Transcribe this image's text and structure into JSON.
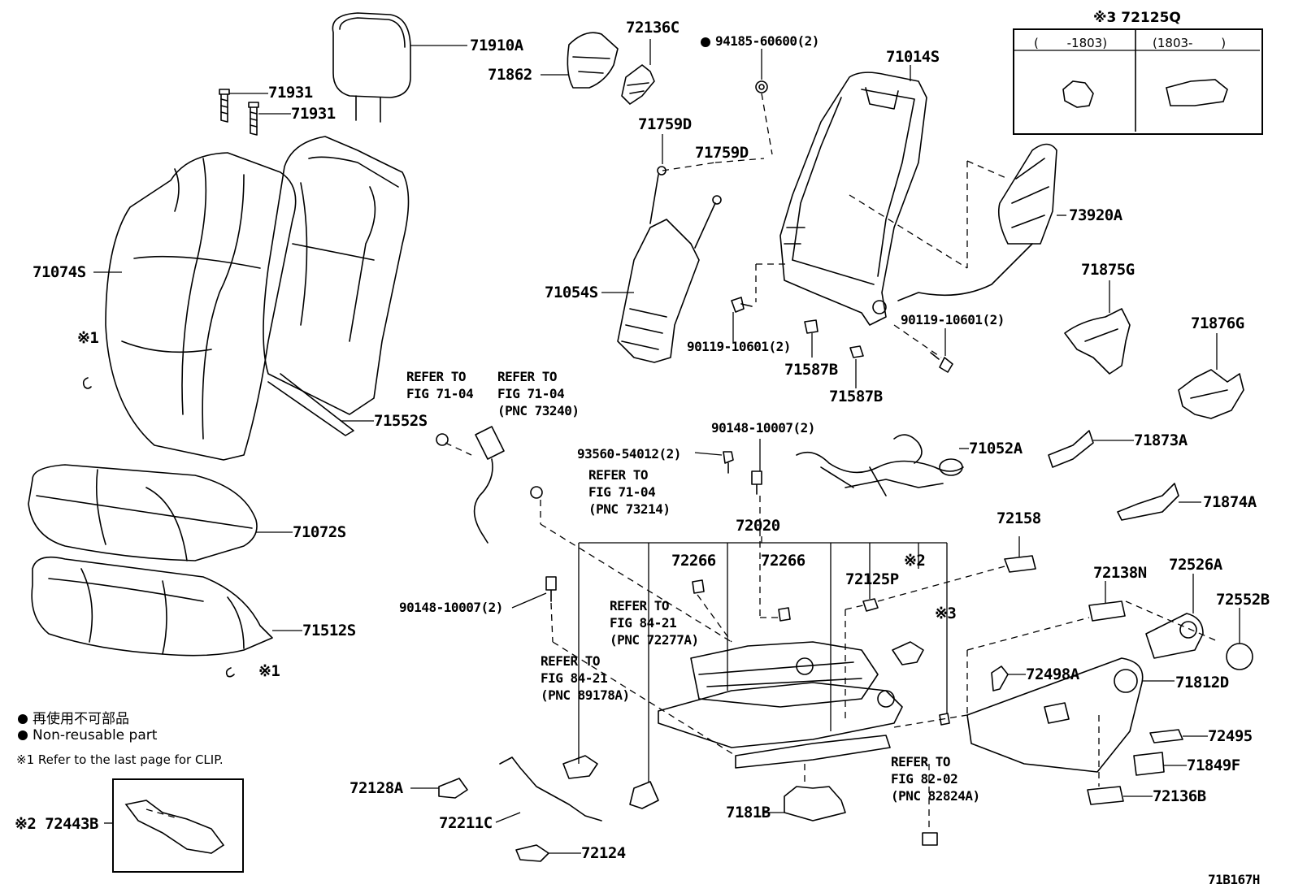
{
  "diagram_code": "71B167H",
  "legend": {
    "non_reusable_jp": "再使用不可部品",
    "non_reusable_en": "Non-reusable part",
    "clip_note": "※1 Refer to the last page for CLIP."
  },
  "inset_72125Q": {
    "title": "※3 72125Q",
    "col1": "(　　 -1803)",
    "col2": "(1803-　　 )"
  },
  "inset_72443B": {
    "title": "※2 72443B"
  },
  "labels": {
    "p71910A": "71910A",
    "p71931a": "71931",
    "p71931b": "71931",
    "p71074S": "71074S",
    "p71552S": "71552S",
    "p71072S": "71072S",
    "p71512S": "71512S",
    "p71862": "71862",
    "p72136C": "72136C",
    "p94185": "94185-60600(2)",
    "p71014S": "71014S",
    "p71759D1": "71759D",
    "p71759D2": "71759D",
    "p71054S": "71054S",
    "p73920A": "73920A",
    "p90119a": "90119-10601(2)",
    "p90119b": "90119-10601(2)",
    "p71587B1": "71587B",
    "p71587B2": "71587B",
    "p71875G": "71875G",
    "p71876G": "71876G",
    "p71052A": "71052A",
    "p71873A": "71873A",
    "p71874A": "71874A",
    "p90148a": "90148-10007(2)",
    "p93560": "93560-54012(2)",
    "p72020": "72020",
    "p72158": "72158",
    "p72266a": "72266",
    "p72266b": "72266",
    "p72125P": "72125P",
    "mark2": "※2",
    "mark3": "※3",
    "p72138N": "72138N",
    "p72526A": "72526A",
    "p72552B": "72552B",
    "p90148b": "90148-10007(2)",
    "p72498A": "72498A",
    "p71812D": "71812D",
    "p72495": "72495",
    "p71849F": "71849F",
    "p72136B": "72136B",
    "p72128A": "72128A",
    "p72211C": "72211C",
    "p72124": "72124",
    "p7181B": "7181B",
    "mark1a": "※1",
    "mark1b": "※1"
  },
  "refers": {
    "r1": [
      "REFER TO",
      "FIG 71-04"
    ],
    "r2": [
      "REFER TO",
      "FIG 71-04",
      "(PNC 73240)"
    ],
    "r3": [
      "REFER TO",
      "FIG 71-04",
      "(PNC 73214)"
    ],
    "r4": [
      "REFER TO",
      "FIG 84-21",
      "(PNC 72277A)"
    ],
    "r5": [
      "REFER TO",
      "FIG 84-21",
      "(PNC 89178A)"
    ],
    "r6": [
      "REFER TO",
      "FIG 82-02",
      "(PNC 82824A)"
    ]
  }
}
